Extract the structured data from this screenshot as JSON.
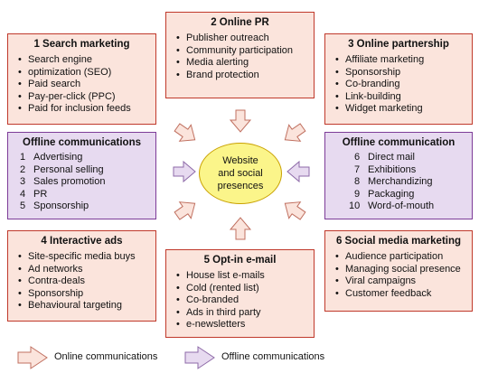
{
  "center": {
    "text": "Website\nand social\npresences"
  },
  "boxes": {
    "search": {
      "title": "1  Search marketing",
      "items": [
        "Search engine",
        "optimization (SEO)",
        "Paid search",
        "Pay-per-click (PPC)",
        "Paid for inclusion feeds"
      ]
    },
    "pr": {
      "title": "2  Online PR",
      "items": [
        "Publisher outreach",
        "Community participation",
        "Media alerting",
        "Brand protection"
      ]
    },
    "partnership": {
      "title": "3  Online partnership",
      "items": [
        "Affiliate marketing",
        "Sponsorship",
        "Co-branding",
        "Link-building",
        "Widget marketing"
      ]
    },
    "offline_left": {
      "title": "Offline communications",
      "items": [
        {
          "n": "1",
          "t": "Advertising"
        },
        {
          "n": "2",
          "t": "Personal selling"
        },
        {
          "n": "3",
          "t": "Sales promotion"
        },
        {
          "n": "4",
          "t": "PR"
        },
        {
          "n": "5",
          "t": "Sponsorship"
        }
      ]
    },
    "offline_right": {
      "title": "Offline communication",
      "items": [
        {
          "n": "6",
          "t": "Direct mail"
        },
        {
          "n": "7",
          "t": "Exhibitions"
        },
        {
          "n": "8",
          "t": "Merchandizing"
        },
        {
          "n": "9",
          "t": "Packaging"
        },
        {
          "n": "10",
          "t": "Word-of-mouth"
        }
      ]
    },
    "interactive": {
      "title": "4  Interactive ads",
      "items": [
        "Site-specific media buys",
        "Ad networks",
        "Contra-deals",
        "Sponsorship",
        "Behavioural targeting"
      ]
    },
    "optin": {
      "title": "5  Opt-in e-mail",
      "items": [
        "House list e-mails",
        "Cold (rented list)",
        "Co-branded",
        "Ads in third party",
        "e-newsletters"
      ]
    },
    "social": {
      "title": "6  Social media marketing",
      "items": [
        "Audience participation",
        "Managing social presence",
        "Viral campaigns",
        "Customer feedback"
      ]
    }
  },
  "legend": {
    "online": "Online communications",
    "offline": "Offline communications"
  },
  "colors": {
    "online_fill": "#fbe4dc",
    "offline_fill": "#e7daf0",
    "center_fill": "#fbf58a",
    "online_border": "#c0392b",
    "offline_border": "#7d3c98"
  }
}
